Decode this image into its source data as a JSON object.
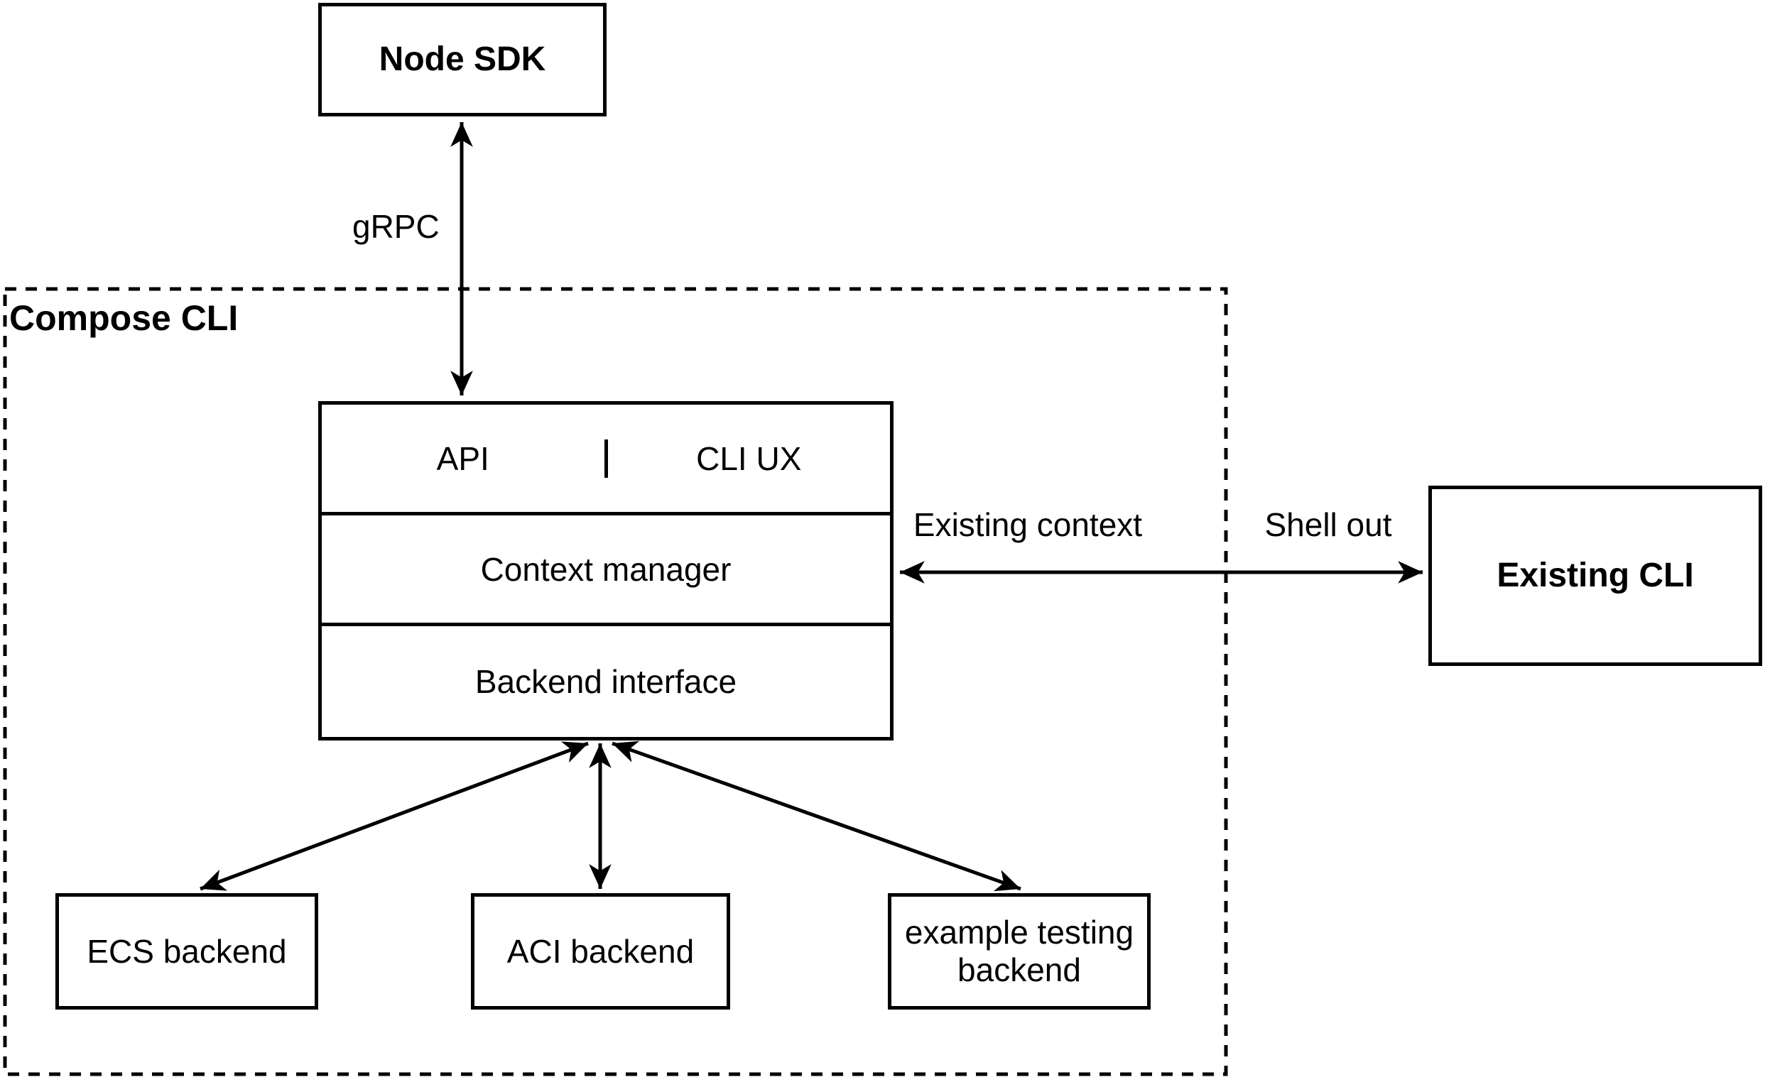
{
  "colors": {
    "stroke": "#000000",
    "background": "#ffffff",
    "text": "#000000"
  },
  "container": {
    "label": "Compose CLI"
  },
  "nodes": {
    "node_sdk": {
      "label": "Node SDK"
    },
    "api": {
      "label": "API"
    },
    "cli_ux": {
      "label": "CLI UX"
    },
    "context_manager": {
      "label": "Context manager"
    },
    "backend_interface": {
      "label": "Backend interface"
    },
    "existing_cli": {
      "label": "Existing CLI"
    },
    "ecs_backend": {
      "label": "ECS backend"
    },
    "aci_backend": {
      "label": "ACI backend"
    },
    "example_testing_backend": {
      "label": "example testing backend"
    }
  },
  "edges": {
    "grpc": {
      "label": "gRPC",
      "direction": "both"
    },
    "existing_context": {
      "label": "Existing context",
      "direction": "both"
    },
    "shell_out": {
      "label": "Shell out",
      "direction": "both"
    },
    "to_ecs": {
      "label": "",
      "direction": "both"
    },
    "to_aci": {
      "label": "",
      "direction": "both"
    },
    "to_example": {
      "label": "",
      "direction": "both"
    }
  }
}
